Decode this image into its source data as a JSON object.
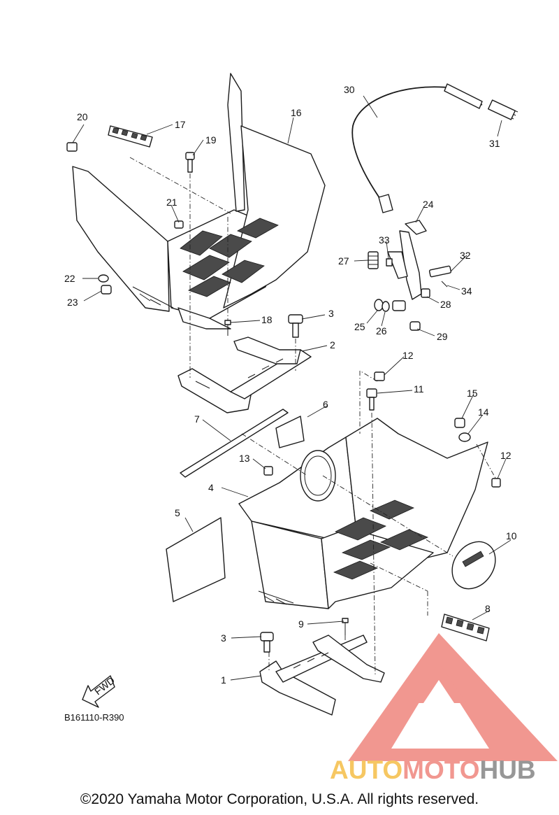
{
  "diagram": {
    "code": "B161110-R390",
    "fwd_label": "FWD",
    "callouts": [
      "1",
      "2",
      "3",
      "3",
      "4",
      "5",
      "6",
      "7",
      "8",
      "9",
      "10",
      "11",
      "12",
      "12",
      "13",
      "14",
      "15",
      "16",
      "17",
      "18",
      "19",
      "20",
      "21",
      "22",
      "23",
      "24",
      "25",
      "26",
      "27",
      "28",
      "29",
      "30",
      "31",
      "32",
      "33",
      "34"
    ]
  },
  "watermark": {
    "part_auto": "AUTO",
    "part_moto": "MOTO",
    "part_hub": "HUB",
    "colors": {
      "triangle": "#f08c84",
      "auto": "#f6c152",
      "moto": "#f08c84",
      "hub": "#8c8c8c"
    }
  },
  "copyright": "©2020 Yamaha Motor Corporation, U.S.A. All rights reserved."
}
